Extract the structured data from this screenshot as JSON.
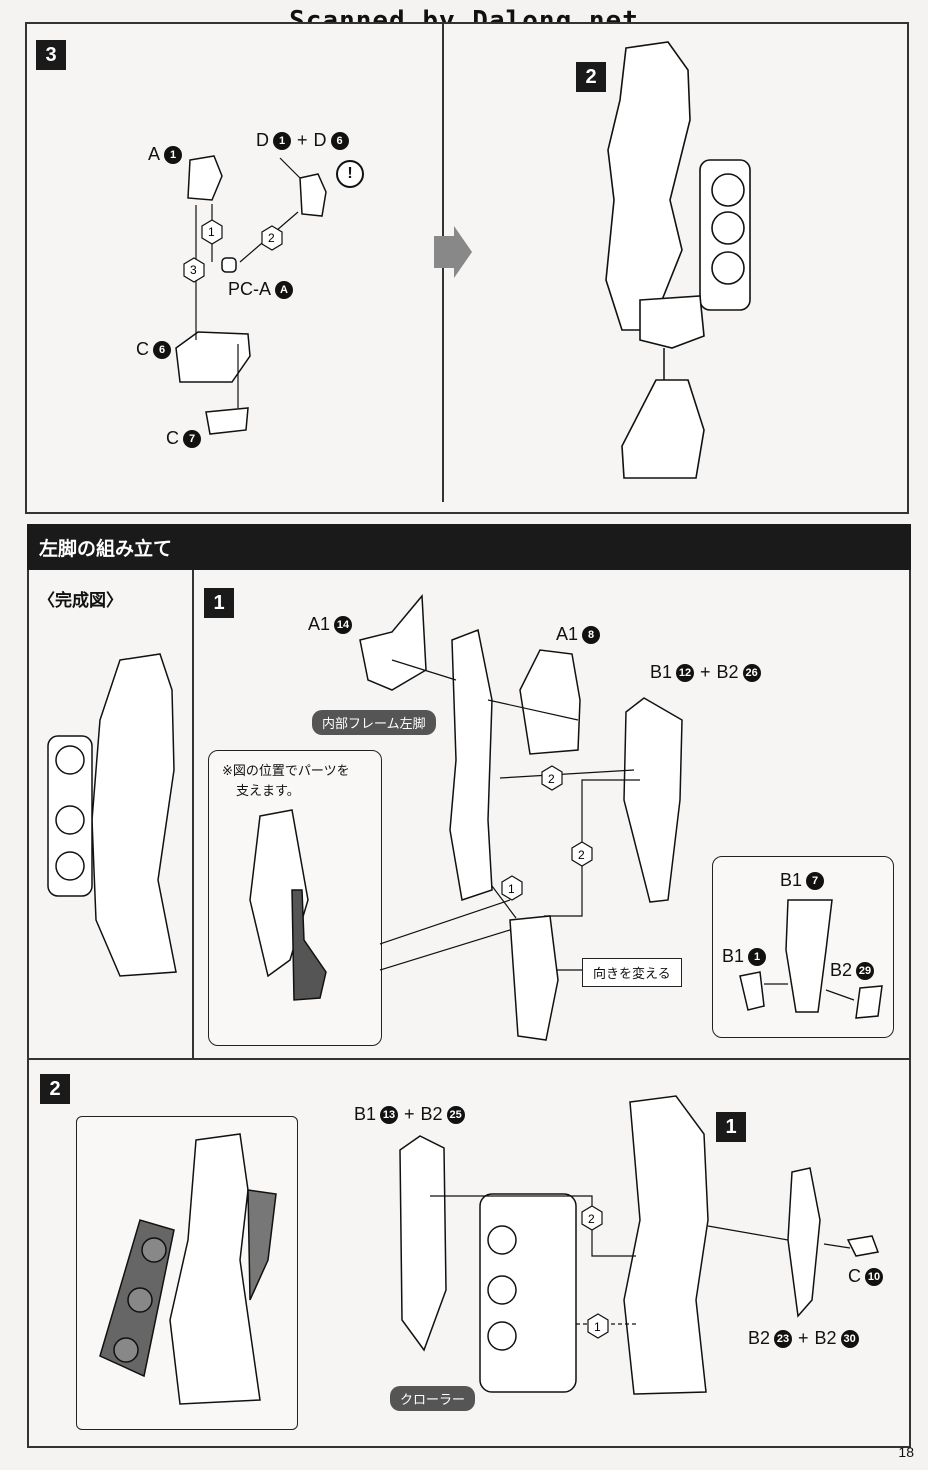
{
  "watermark": "Scanned by Dalong.net",
  "top_section": {
    "step_left": "3",
    "step_right": "2",
    "labels": {
      "a1": "A",
      "a1_num": "1",
      "d_combo_a": "D",
      "d_combo_a_num": "1",
      "plus": "+",
      "d_combo_b": "D",
      "d_combo_b_num": "6",
      "warning": "!",
      "pca": "PC-A",
      "pca_num": "A",
      "c6": "C",
      "c6_num": "6",
      "c7": "C",
      "c7_num": "7"
    },
    "sequence": [
      "1",
      "2",
      "3"
    ]
  },
  "section_title": "左脚の組み立て",
  "step1": {
    "completed_label": "〈完成図〉",
    "step_number": "1",
    "a1_14": "A1",
    "a1_14_num": "14",
    "a1_8": "A1",
    "a1_8_num": "8",
    "b1_12": "B1",
    "b1_12_num": "12",
    "b2_26": "B2",
    "b2_26_num": "26",
    "frame_pill": "内部フレーム左脚",
    "support_note_line1": "※図の位置でパーツを",
    "support_note_line2": "支えます。",
    "orientation_tag": "向きを変える",
    "b1_7": "B1",
    "b1_7_num": "7",
    "b1_1": "B1",
    "b1_1_num": "1",
    "b2_29": "B2",
    "b2_29_num": "29",
    "arrows": [
      "2",
      "2",
      "1"
    ]
  },
  "step2": {
    "step_number": "2",
    "ref_step": "1",
    "b1_13": "B1",
    "b1_13_num": "13",
    "b2_25": "B2",
    "b2_25_num": "25",
    "crawler_pill": "クローラー",
    "c10": "C",
    "c10_num": "10",
    "b2_23": "B2",
    "b2_23_num": "23",
    "b2_30": "B2",
    "b2_30_num": "30",
    "arrows": [
      "2",
      "1"
    ]
  },
  "page_number": "18"
}
